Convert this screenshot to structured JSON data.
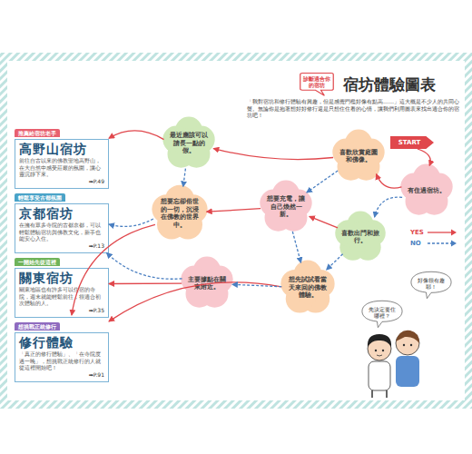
{
  "diagram": {
    "title": "宿坊體驗圖表",
    "nodes": [
      {
        "text": [
          "診斷適合你的宿坊"
        ]
      },
      {
        "text": [
          "推薦給宿坊老手",
          "高野山宿坊",
          "前往自古以來的佛教聖地高野山，在大自然中感受莊嚴的氛圍，讓心靈沉靜下來。",
          "➡P.49"
        ]
      },
      {
        "text": [
          "輕鬆享受古都氛圍",
          "京都宿坊",
          "在擁有眾多寺院的古都京都，可以輕鬆體驗宿坊與佛教文化，新手也能安心入住。",
          "➡P.13"
        ]
      },
      {
        "text": [
          "一開始先從這裡",
          "關東宿坊",
          "關東地區也有許多可以住宿的寺院，週末就能輕鬆前往，很適合初次體驗的人。",
          "➡P.35"
        ]
      },
      {
        "text": [
          "想挑戰正統修行",
          "修行體驗",
          "「真正的修行體驗」、「在寺院度過一晚」，想挑戰正統修行的人就從這裡開始吧！",
          "➡P.91"
        ]
      },
      {
        "text": [
          "有住過宿坊。"
        ]
      },
      {
        "text": [
          "喜歡欣賞庭園和佛像。"
        ]
      },
      {
        "text": [
          "最近應該可以請長一點的假。"
        ]
      },
      {
        "text": [
          "想要忘卻俗世的一切，沉浸在佛教的世界中。"
        ]
      },
      {
        "text": [
          "想要充電，讓自己煥然一新。"
        ]
      },
      {
        "text": [
          "喜歡出門和旅行。"
        ]
      },
      {
        "text": [
          "想先試試看當天來回的佛教體驗。"
        ]
      },
      {
        "text": [
          "主要據點在關東附近。"
        ]
      },
      {
        "text": [
          "START"
        ]
      },
      {
        "text": [
          "好像很有趣耶！"
        ]
      },
      {
        "text": [
          "先決定要住哪裡？"
        ]
      }
    ],
    "edges": [
      {
        "from": 13,
        "to": 5,
        "arrow": "to"
      },
      {
        "from": 5,
        "to": 6,
        "arrow": "to"
      },
      {
        "from": 5,
        "to": 10,
        "arrow": "to"
      },
      {
        "from": 6,
        "to": 7,
        "arrow": "to"
      },
      {
        "from": 6,
        "to": 9,
        "arrow": "to"
      },
      {
        "from": 7,
        "to": 1,
        "arrow": "to"
      },
      {
        "from": 7,
        "to": 8,
        "arrow": "to"
      },
      {
        "from": 8,
        "to": 4,
        "arrow": "to"
      },
      {
        "from": 8,
        "to": 2,
        "arrow": "to"
      },
      {
        "from": 9,
        "to": 8,
        "arrow": "to"
      },
      {
        "from": 9,
        "to": 11,
        "arrow": "to"
      },
      {
        "from": 10,
        "to": 9,
        "arrow": "to"
      },
      {
        "from": 10,
        "to": 11,
        "arrow": "to"
      },
      {
        "from": 11,
        "to": 4,
        "arrow": "to"
      },
      {
        "from": 11,
        "to": 12,
        "arrow": "to"
      },
      {
        "from": 12,
        "to": 3,
        "arrow": "to"
      },
      {
        "from": 12,
        "to": 2,
        "arrow": "to"
      }
    ],
    "labels": [
      "「我對宿坊和修行體驗有興趣，但是感覺門檻好像有點高……」這大概是不少人的共同心聲。無論你是抱著想好好修行還是只想住住看的心情，讓我們利用圖表來找出適合你的宿坊吧！"
    ],
    "legend": [
      {
        "text": "YES"
      },
      {
        "text": "NO"
      }
    ]
  }
}
